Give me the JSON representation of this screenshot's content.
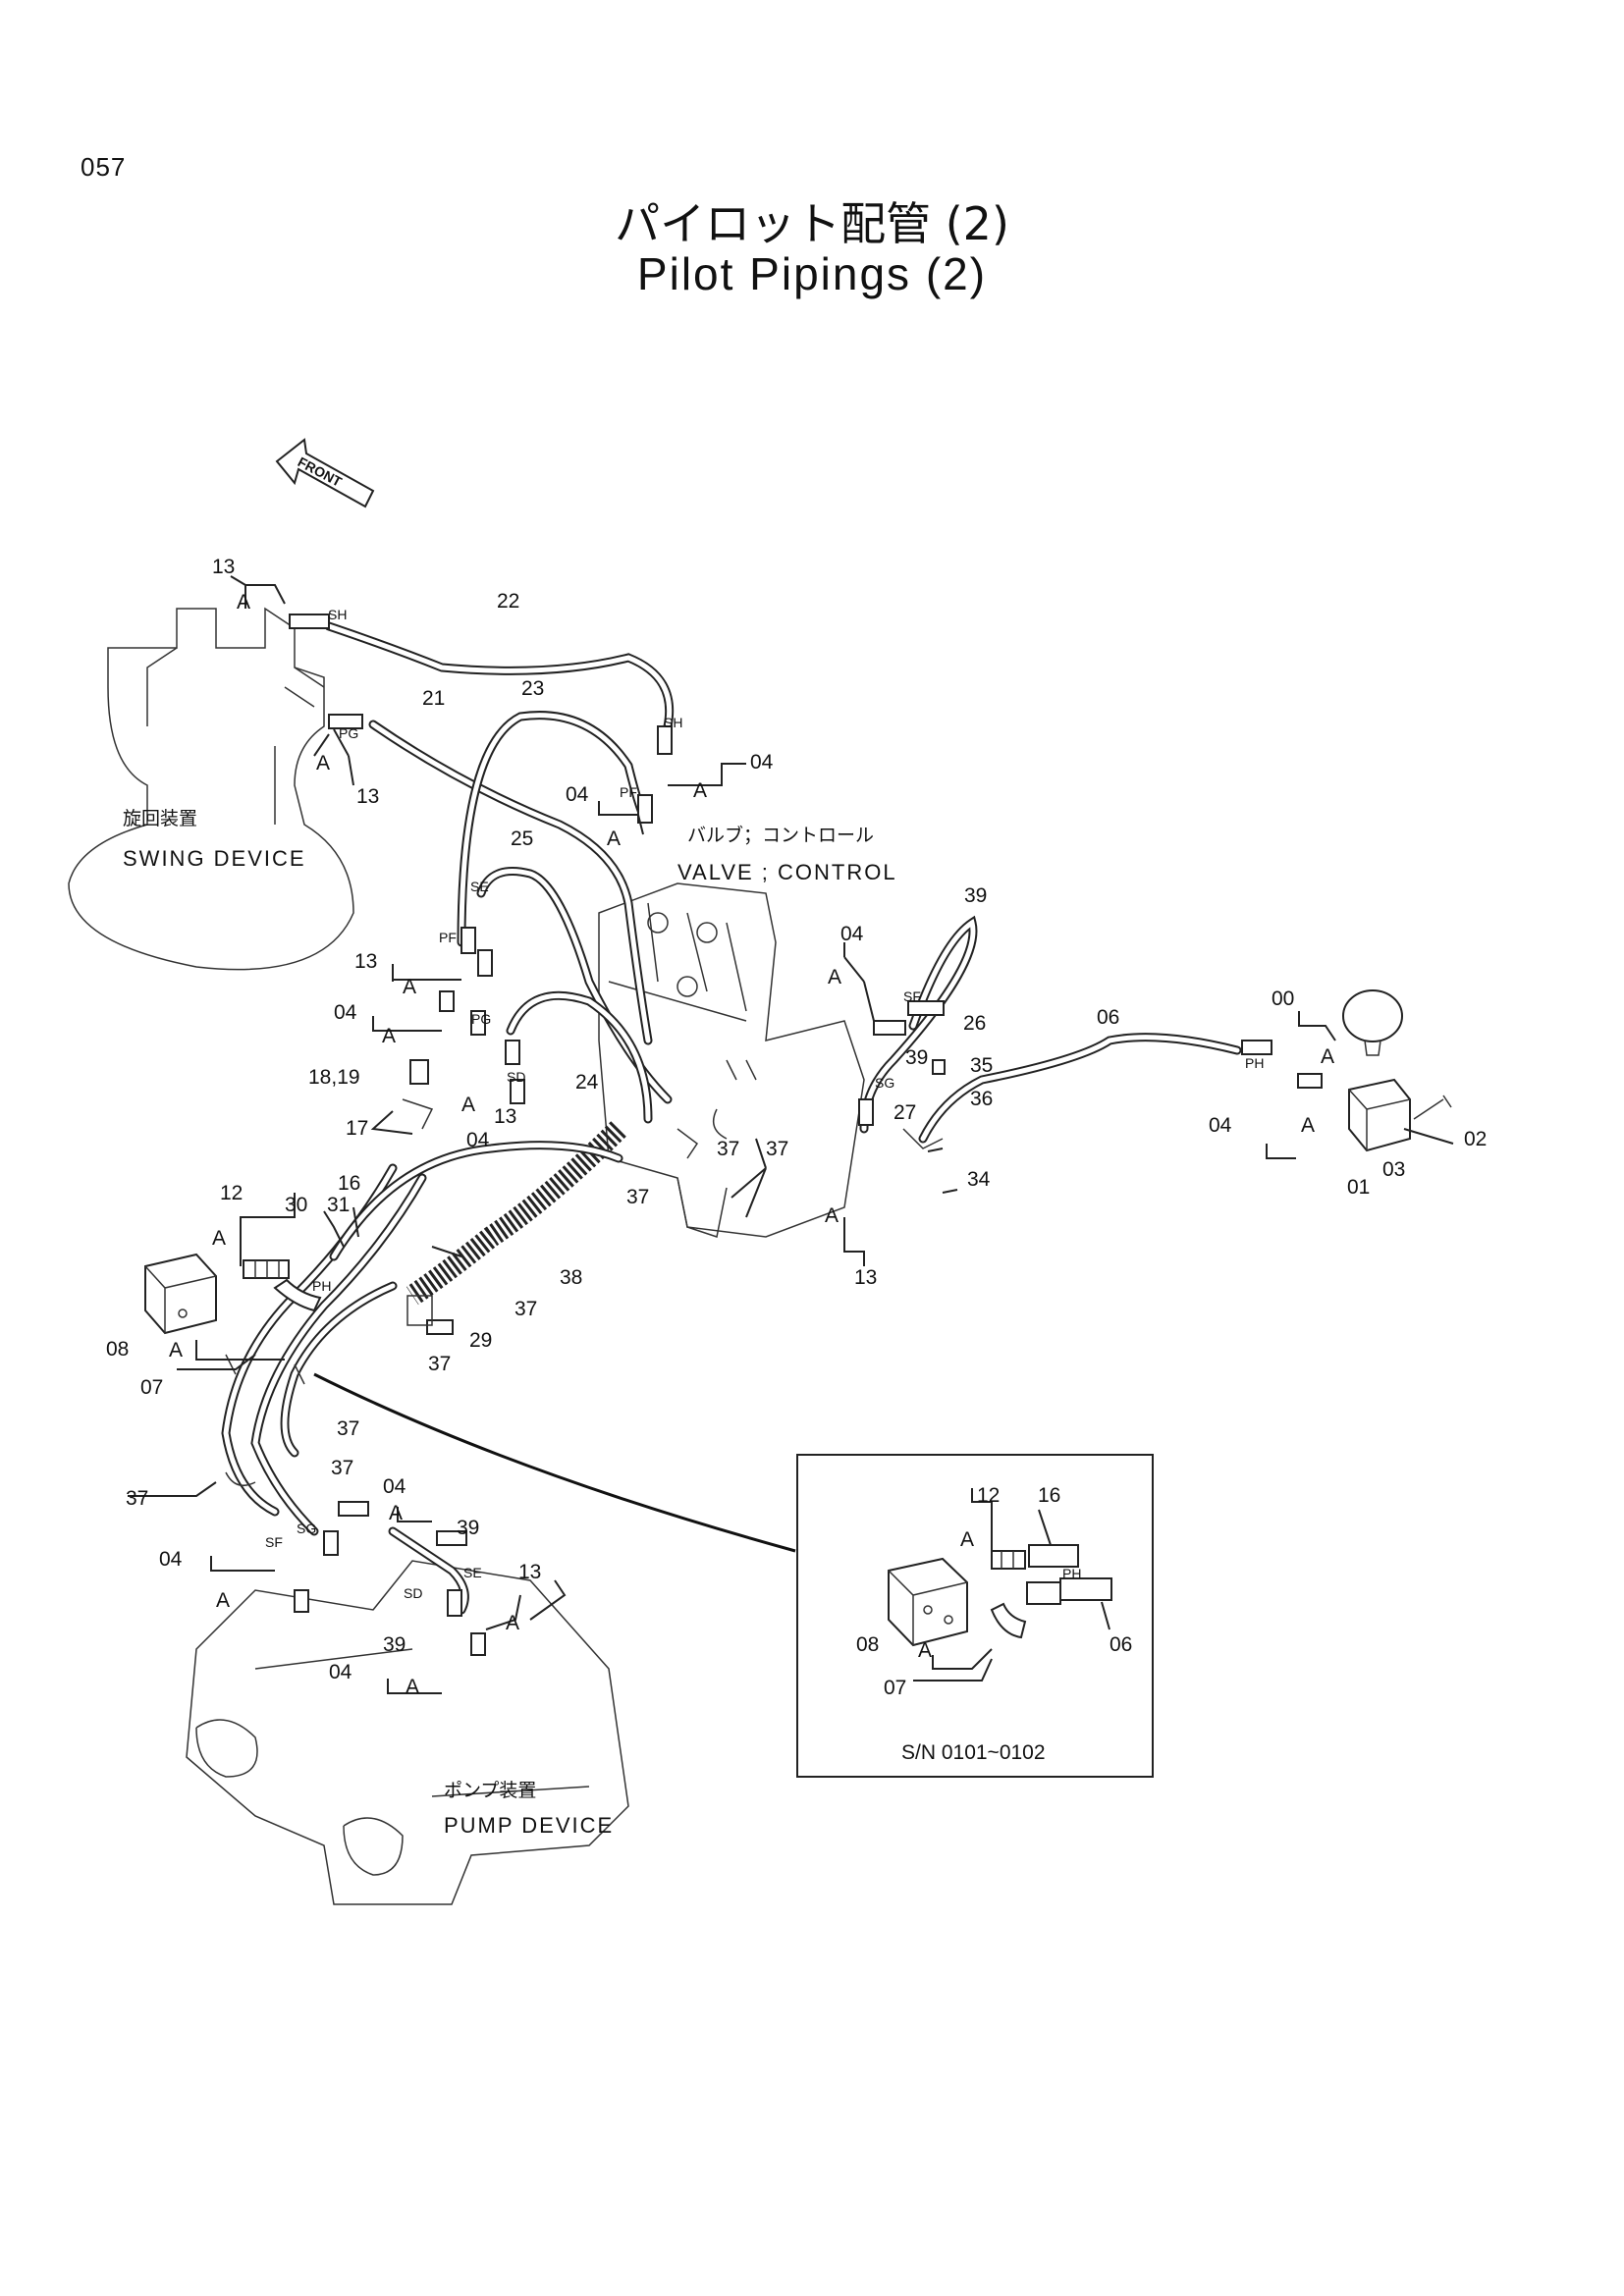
{
  "page": {
    "number": "057"
  },
  "title": {
    "jp": "パイロット配管 (2)",
    "en": "Pilot Pipings (2)"
  },
  "front_arrow": "FRONT",
  "components": {
    "swing_jp": "旋回装置",
    "swing_en": "SWING DEVICE",
    "valve_jp": "バルブ；コントロール",
    "valve_en": "VALVE ; CONTROL",
    "pump_jp": "ポンプ装置",
    "pump_en": "PUMP DEVICE"
  },
  "port_labels": {
    "sh": "SH",
    "pg": "PG",
    "pf": "PF",
    "se": "SE",
    "sd": "SD",
    "sf": "SF",
    "sg": "SG",
    "ph": "PH",
    "a": "A"
  },
  "parts": {
    "p00": "00",
    "p01": "01",
    "p02": "02",
    "p03": "03",
    "p04": "04",
    "p06": "06",
    "p07": "07",
    "p08": "08",
    "p12": "12",
    "p13": "13",
    "p16": "16",
    "p17": "17",
    "p1819": "18,19",
    "p21": "21",
    "p22": "22",
    "p23": "23",
    "p24": "24",
    "p25": "25",
    "p26": "26",
    "p27": "27",
    "p29": "29",
    "p30": "30",
    "p31": "31",
    "p34": "34",
    "p35": "35",
    "p36": "36",
    "p37": "37",
    "p38": "38",
    "p39": "39"
  },
  "inset": {
    "serial": "S/N  0101~0102"
  }
}
